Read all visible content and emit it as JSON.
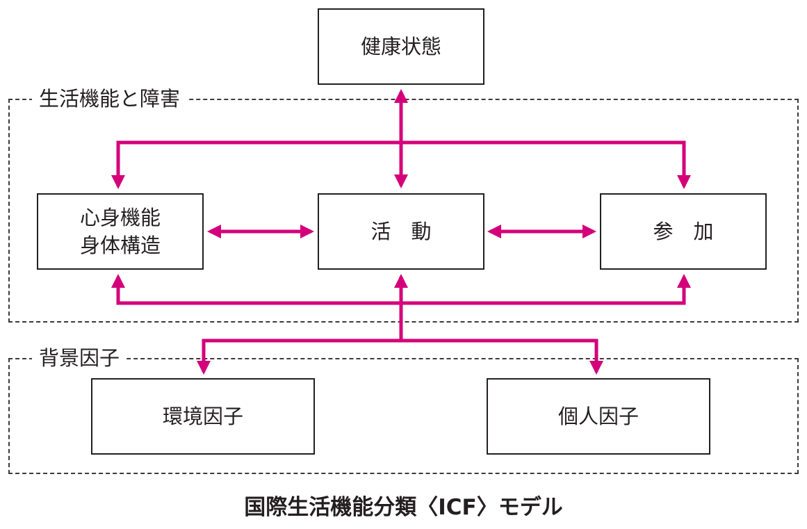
{
  "colors": {
    "arrow": "#d4007a",
    "border": "#231f20"
  },
  "groups": {
    "functioning": {
      "label": "生活機能と障害"
    },
    "contextual": {
      "label": "背景因子"
    }
  },
  "nodes": {
    "health": {
      "label": "健康状態"
    },
    "body": {
      "line1": "心身機能",
      "line2": "身体構造"
    },
    "activity": {
      "label": "活　動"
    },
    "participation": {
      "label": "参　加"
    },
    "environment": {
      "label": "環境因子"
    },
    "personal": {
      "label": "個人因子"
    }
  },
  "caption": "国際生活機能分類〈ICF〉モデル"
}
